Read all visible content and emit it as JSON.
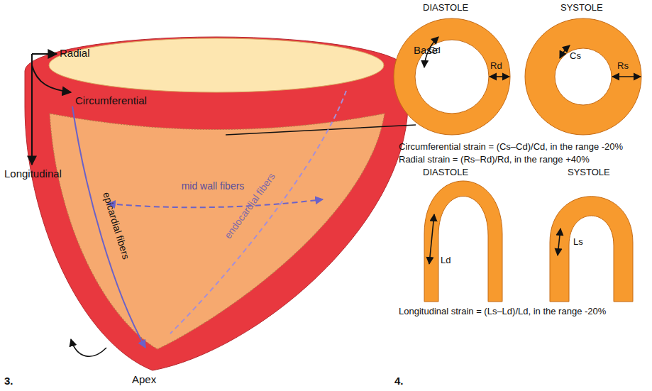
{
  "diagram": {
    "labels": [
      "Radial",
      "Circumferential",
      "Longitudinal",
      "Base",
      "mid wall fibers",
      "epicardial fibers",
      "endocardial fibers",
      "Apex",
      "3.",
      "DIASTOLE",
      "SYSTOLE",
      "Cd",
      "Rd",
      "Cs",
      "Rs",
      "Circumferential strain = (Cs–Cd)/Cd, in the range -20%",
      "Radial strain = (Rs–Rd)/Rd, in the range +40%",
      "DIASTOLE",
      "SYSTOLE",
      "Ld",
      "Ls",
      "Longitudinal strain = (Ls–Ld)/Ld, in the range -20%",
      "4."
    ]
  }
}
